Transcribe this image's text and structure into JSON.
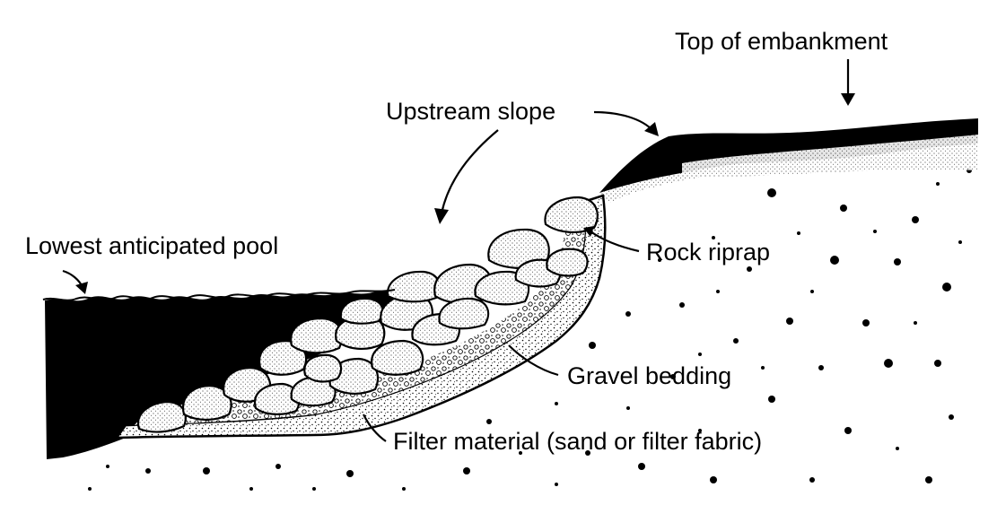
{
  "labels": {
    "top_of_embankment": "Top of embankment",
    "upstream_slope": "Upstream slope",
    "lowest_anticipated_pool": "Lowest anticipated pool",
    "rock_riprap": "Rock riprap",
    "gravel_bedding": "Gravel bedding",
    "filter_material": "Filter material (sand or filter fabric)"
  },
  "colors": {
    "ink": "#000000",
    "paper": "#ffffff"
  }
}
